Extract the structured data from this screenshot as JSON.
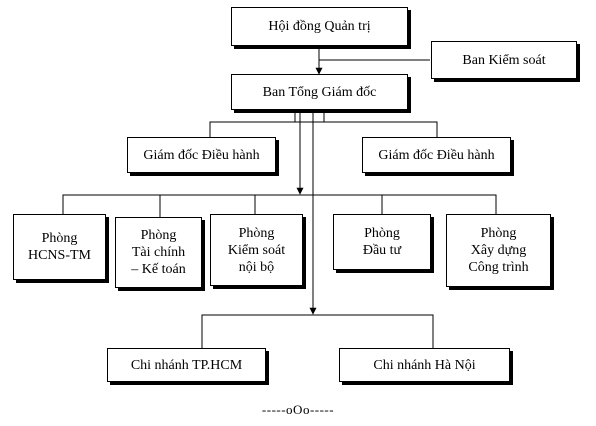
{
  "org_chart": {
    "board": "Hội đồng Quản trị",
    "supervisory": "Ban Kiểm soát",
    "ceo": "Ban Tổng Giám đốc",
    "directors": [
      "Giám đốc Điều hành",
      "Giám đốc Điều hành"
    ],
    "departments": [
      [
        "Phòng",
        "HCNS-TM"
      ],
      [
        "Phòng",
        "Tài chính",
        "– Kế toán"
      ],
      [
        "Phòng",
        "Kiểm soát",
        "nội bộ"
      ],
      [
        "Phòng",
        "Đầu tư"
      ],
      [
        "Phòng",
        "Xây dựng",
        "Công trình"
      ]
    ],
    "branches": [
      "Chi nhánh TP.HCM",
      "Chi nhánh Hà Nội"
    ]
  },
  "footer": "-----oOo-----"
}
